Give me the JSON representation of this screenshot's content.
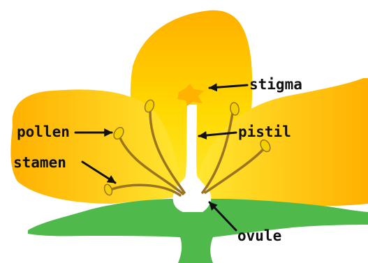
{
  "labels": {
    "stigma": "stigma",
    "pistil": "pistil",
    "pollen": "pollen",
    "stamen": "stamen",
    "ovule": "ovule"
  },
  "colors": {
    "petal_light": "#ffef3a",
    "petal_dark": "#ffb300",
    "stem": "#4fb94c",
    "pistil": "#ffffff",
    "filament": "#9a7420",
    "anther": "#f5d000",
    "arrow": "#111111"
  }
}
